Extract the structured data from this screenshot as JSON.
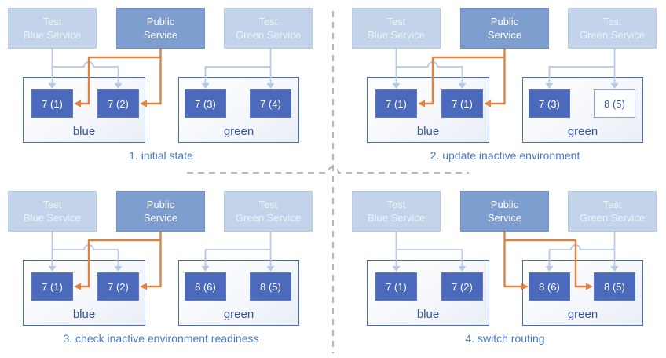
{
  "colors": {
    "caption_blue": "#4a7ac9",
    "env_label_blue": "#35549b",
    "env_border_blue": "#4a6fba",
    "pod_fill_blue": "#4b6abb",
    "pod_outline_border": "#8aa2d4",
    "public_service_fill": "#7d9ecf",
    "test_service_fill": "#c3d3ea",
    "wire_light_blue": "#b7c9e7",
    "wire_orange": "#e2813c",
    "divider_gray": "#a3a3a3"
  },
  "quadrants": [
    {
      "caption": "1. initial state",
      "public_routes_to": "blue",
      "services": {
        "test_blue": "Test\nBlue Service",
        "public": "Public\nService",
        "test_green": "Test\nGreen Service"
      },
      "blue_env": {
        "label": "blue",
        "pods": [
          {
            "text": "7 (1)",
            "variant": "filled"
          },
          {
            "text": "7 (2)",
            "variant": "filled"
          }
        ]
      },
      "green_env": {
        "label": "green",
        "pods": [
          {
            "text": "7 (3)",
            "variant": "filled"
          },
          {
            "text": "7 (4)",
            "variant": "filled"
          }
        ]
      }
    },
    {
      "caption": "2. update inactive environment",
      "public_routes_to": "blue",
      "services": {
        "test_blue": "Test\nBlue Service",
        "public": "Public\nService",
        "test_green": "Test\nGreen Service"
      },
      "blue_env": {
        "label": "blue",
        "pods": [
          {
            "text": "7 (1)",
            "variant": "filled"
          },
          {
            "text": "7 (1)",
            "variant": "filled"
          }
        ]
      },
      "green_env": {
        "label": "green",
        "pods": [
          {
            "text": "7 (3)",
            "variant": "filled"
          },
          {
            "text": "8 (5)",
            "variant": "outlined"
          }
        ]
      }
    },
    {
      "caption": "3. check inactive environment readiness",
      "public_routes_to": "blue",
      "services": {
        "test_blue": "Test\nBlue Service",
        "public": "Public\nService",
        "test_green": "Test\nGreen Service"
      },
      "blue_env": {
        "label": "blue",
        "pods": [
          {
            "text": "7 (1)",
            "variant": "filled"
          },
          {
            "text": "7 (2)",
            "variant": "filled"
          }
        ]
      },
      "green_env": {
        "label": "green",
        "pods": [
          {
            "text": "8 (6)",
            "variant": "filled"
          },
          {
            "text": "8 (5)",
            "variant": "filled"
          }
        ]
      }
    },
    {
      "caption": "4. switch routing",
      "public_routes_to": "green",
      "services": {
        "test_blue": "Test\nBlue Service",
        "public": "Public\nService",
        "test_green": "Test\nGreen Service"
      },
      "blue_env": {
        "label": "blue",
        "pods": [
          {
            "text": "7 (1)",
            "variant": "filled"
          },
          {
            "text": "7 (2)",
            "variant": "filled"
          }
        ]
      },
      "green_env": {
        "label": "green",
        "pods": [
          {
            "text": "8 (6)",
            "variant": "filled"
          },
          {
            "text": "8 (5)",
            "variant": "filled"
          }
        ]
      }
    }
  ]
}
